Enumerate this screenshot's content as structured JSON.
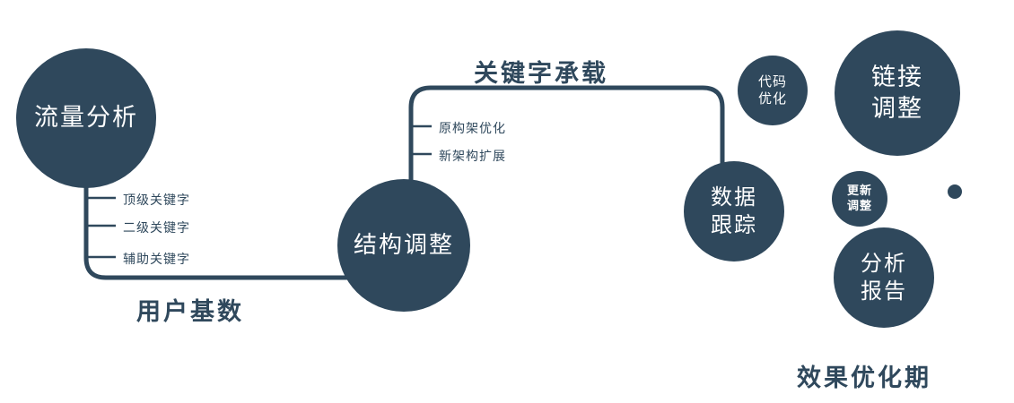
{
  "colors": {
    "primary": "#2f485c",
    "text": "#2f485c",
    "background": "#ffffff"
  },
  "nodes": {
    "traffic_analysis": {
      "label": "流量分析"
    },
    "structure_adjustment": {
      "label": "结构调整"
    },
    "data_tracking": {
      "line1": "数据",
      "line2": "跟踪"
    },
    "code_optimization": {
      "line1": "代码",
      "line2": "优化"
    },
    "link_adjustment": {
      "line1": "链接",
      "line2": "调整"
    },
    "update_adjustment": {
      "line1": "更新",
      "line2": "调整"
    },
    "analysis_report": {
      "line1": "分析",
      "line2": "报告"
    }
  },
  "edge_labels": {
    "user_base": "用户基数",
    "keyword_carrying": "关键字承载"
  },
  "branches": {
    "traffic_keywords": [
      "顶级关键字",
      "二级关键字",
      "辅助关键字"
    ],
    "structure_items": [
      "原构架优化",
      "新架构扩展"
    ]
  },
  "caption": "效果优化期"
}
